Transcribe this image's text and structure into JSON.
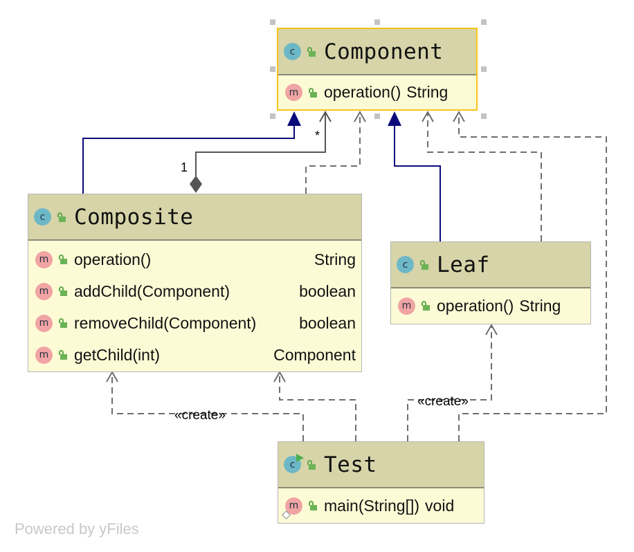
{
  "diagram": {
    "classes": {
      "component": {
        "name": "Component",
        "kind_badge": "c",
        "methods": [
          {
            "badge": "m",
            "name": "operation()",
            "type": "String"
          }
        ]
      },
      "composite": {
        "name": "Composite",
        "kind_badge": "c",
        "methods": [
          {
            "badge": "m",
            "name": "operation()",
            "type": "String"
          },
          {
            "badge": "m",
            "name": "addChild(Component)",
            "type": "boolean"
          },
          {
            "badge": "m",
            "name": "removeChild(Component)",
            "type": "boolean"
          },
          {
            "badge": "m",
            "name": "getChild(int)",
            "type": "Component"
          }
        ]
      },
      "leaf": {
        "name": "Leaf",
        "kind_badge": "c",
        "methods": [
          {
            "badge": "m",
            "name": "operation()",
            "type": "String"
          }
        ]
      },
      "test": {
        "name": "Test",
        "kind_badge": "c",
        "methods": [
          {
            "badge": "m",
            "name": "main(String[])",
            "type": "void"
          }
        ]
      }
    },
    "relations": {
      "aggregation_source_multiplicity": "1",
      "aggregation_target_multiplicity": "*",
      "create_label_left": "«create»",
      "create_label_right": "«create»"
    },
    "colors": {
      "header_bg": "#d6d4a8",
      "body_bg": "#fdfbd6",
      "selection_border": "#f5c518",
      "generalization": "#0a0a7a",
      "dependency": "#6e6e6e"
    },
    "footer": "Powered by yFiles"
  }
}
